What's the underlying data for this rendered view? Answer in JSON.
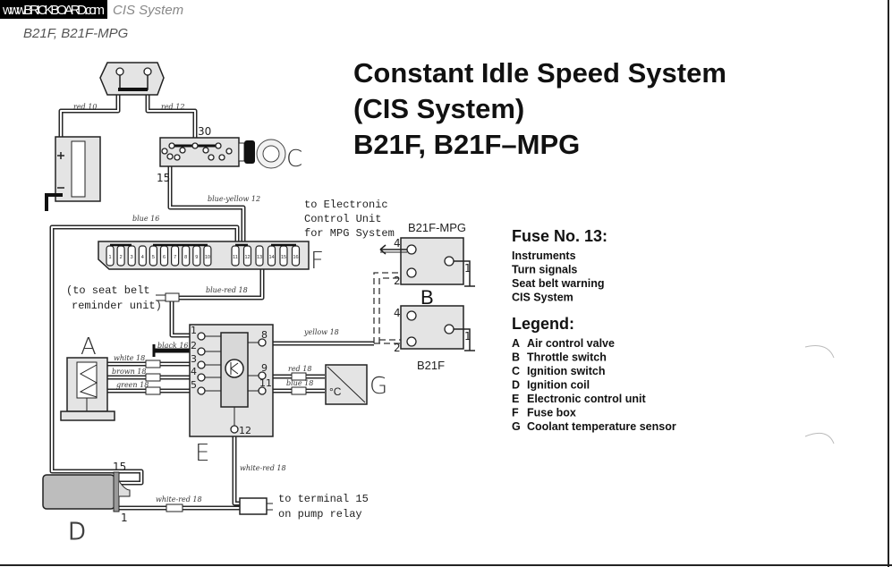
{
  "watermark": "www.BRICKBOARD.com",
  "header": {
    "faded_title": "CIS System",
    "subtitle": "B21F, B21F-MPG"
  },
  "title": {
    "line1": "Constant Idle Speed System",
    "line2": "(CIS System)",
    "line3": "B21F, B21F–MPG"
  },
  "wires": {
    "red10": "red 10",
    "red12": "red 12",
    "blue_yellow12": "blue-yellow 12",
    "blue16": "blue 16",
    "blue_red18": "blue-red 18",
    "black16": "black 16",
    "white18": "white 18",
    "brown18": "brown 18",
    "green18": "green 18",
    "yellow18": "yellow 18",
    "red18": "red 18",
    "blue18": "blue 18",
    "white_red18_v": "white-red 18",
    "white_red18_h": "white-red 18"
  },
  "terminals": {
    "t30": "30",
    "t15": "15",
    "coil15": "15",
    "coil1": "1",
    "e": [
      "1",
      "2",
      "3",
      "4",
      "5",
      "8",
      "9",
      "11",
      "12"
    ],
    "b": {
      "p4": "4",
      "p2": "2",
      "p1": "1"
    }
  },
  "components": {
    "A": "A",
    "B": "B",
    "C": "C",
    "D": "D",
    "E": "E",
    "F": "F",
    "G": "G",
    "g_unit": "°C"
  },
  "fuses": [
    "1",
    "2",
    "3",
    "4",
    "5",
    "6",
    "7",
    "8",
    "9",
    "10",
    "11",
    "12",
    "13",
    "14",
    "15",
    "16"
  ],
  "notes": {
    "ecu": [
      "to Electronic",
      "Control Unit",
      "for MPG System"
    ],
    "seat_belt": [
      "(to seat belt",
      "reminder unit)"
    ],
    "pump": [
      "to terminal 15",
      "on pump relay"
    ],
    "b_mpg": "B21F-MPG",
    "b_std": "B21F"
  },
  "fuse_info": {
    "heading": "Fuse No. 13:",
    "items": [
      "Instruments",
      "Turn signals",
      "Seat belt warning",
      "CIS System"
    ]
  },
  "legend": {
    "heading": "Legend:",
    "items": [
      {
        "key": "A",
        "label": "Air control valve"
      },
      {
        "key": "B",
        "label": "Throttle switch"
      },
      {
        "key": "C",
        "label": "Ignition switch"
      },
      {
        "key": "D",
        "label": "Ignition coil"
      },
      {
        "key": "E",
        "label": "Electronic control unit"
      },
      {
        "key": "F",
        "label": "Fuse box"
      },
      {
        "key": "G",
        "label": "Coolant temperature sensor"
      }
    ]
  }
}
